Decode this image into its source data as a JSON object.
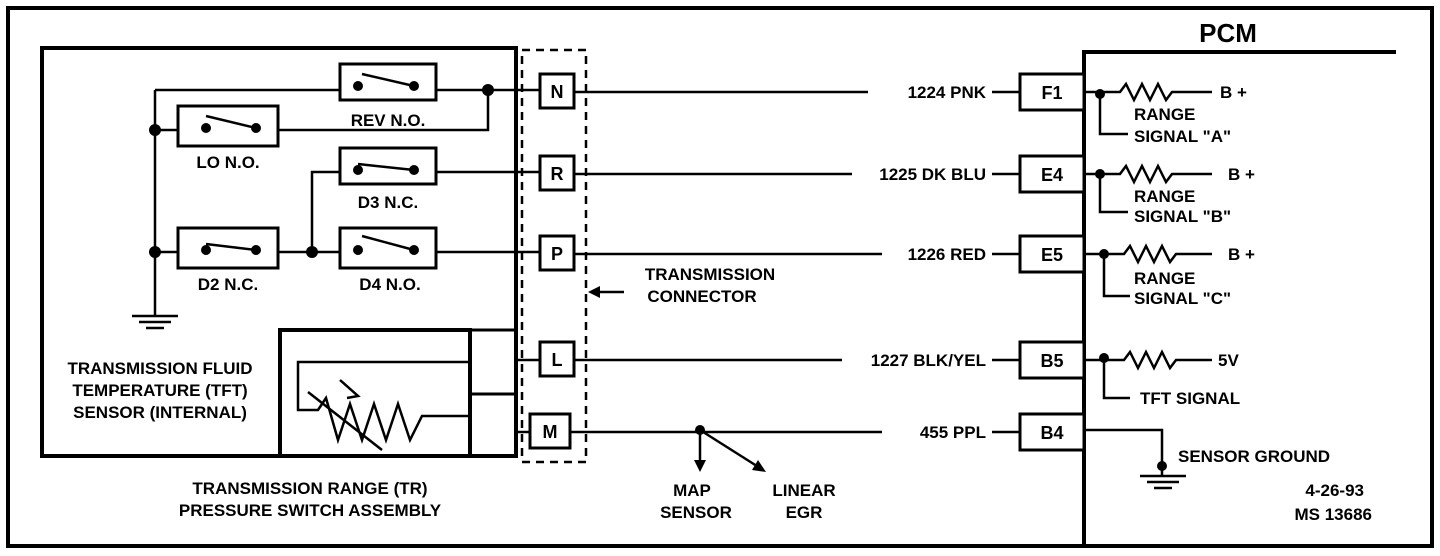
{
  "border_color": "#000000",
  "background": "#ffffff",
  "pcm": {
    "title": "PCM",
    "terminals": [
      {
        "pin": "F1",
        "wire": "1224 PNK",
        "supply": "B +",
        "signal_line1": "RANGE",
        "signal_line2": "SIGNAL \"A\""
      },
      {
        "pin": "E4",
        "wire": "1225 DK BLU",
        "supply": "B +",
        "signal_line1": "RANGE",
        "signal_line2": "SIGNAL \"B\""
      },
      {
        "pin": "E5",
        "wire": "1226 RED",
        "supply": "B +",
        "signal_line1": "RANGE",
        "signal_line2": "SIGNAL \"C\""
      },
      {
        "pin": "B5",
        "wire": "1227 BLK/YEL",
        "supply": "5V",
        "signal_line1": "TFT SIGNAL"
      },
      {
        "pin": "B4",
        "wire": "455 PPL",
        "ground_label": "SENSOR GROUND"
      }
    ]
  },
  "connector": {
    "label_line1": "TRANSMISSION",
    "label_line2": "CONNECTOR",
    "pins": [
      "N",
      "R",
      "P",
      "L",
      "M"
    ]
  },
  "switches": {
    "rev": "REV N.O.",
    "lo": "LO N.O.",
    "d3": "D3 N.C.",
    "d2": "D2 N.C.",
    "d4": "D4 N.O."
  },
  "tft": {
    "line1": "TRANSMISSION FLUID",
    "line2": "TEMPERATURE (TFT)",
    "line3": "SENSOR (INTERNAL)"
  },
  "assembly": {
    "line1": "TRANSMISSION RANGE (TR)",
    "line2": "PRESSURE SWITCH ASSEMBLY"
  },
  "branches": {
    "map_line1": "MAP",
    "map_line2": "SENSOR",
    "egr_line1": "LINEAR",
    "egr_line2": "EGR"
  },
  "footer": {
    "date": "4-26-93",
    "code": "MS 13686"
  }
}
